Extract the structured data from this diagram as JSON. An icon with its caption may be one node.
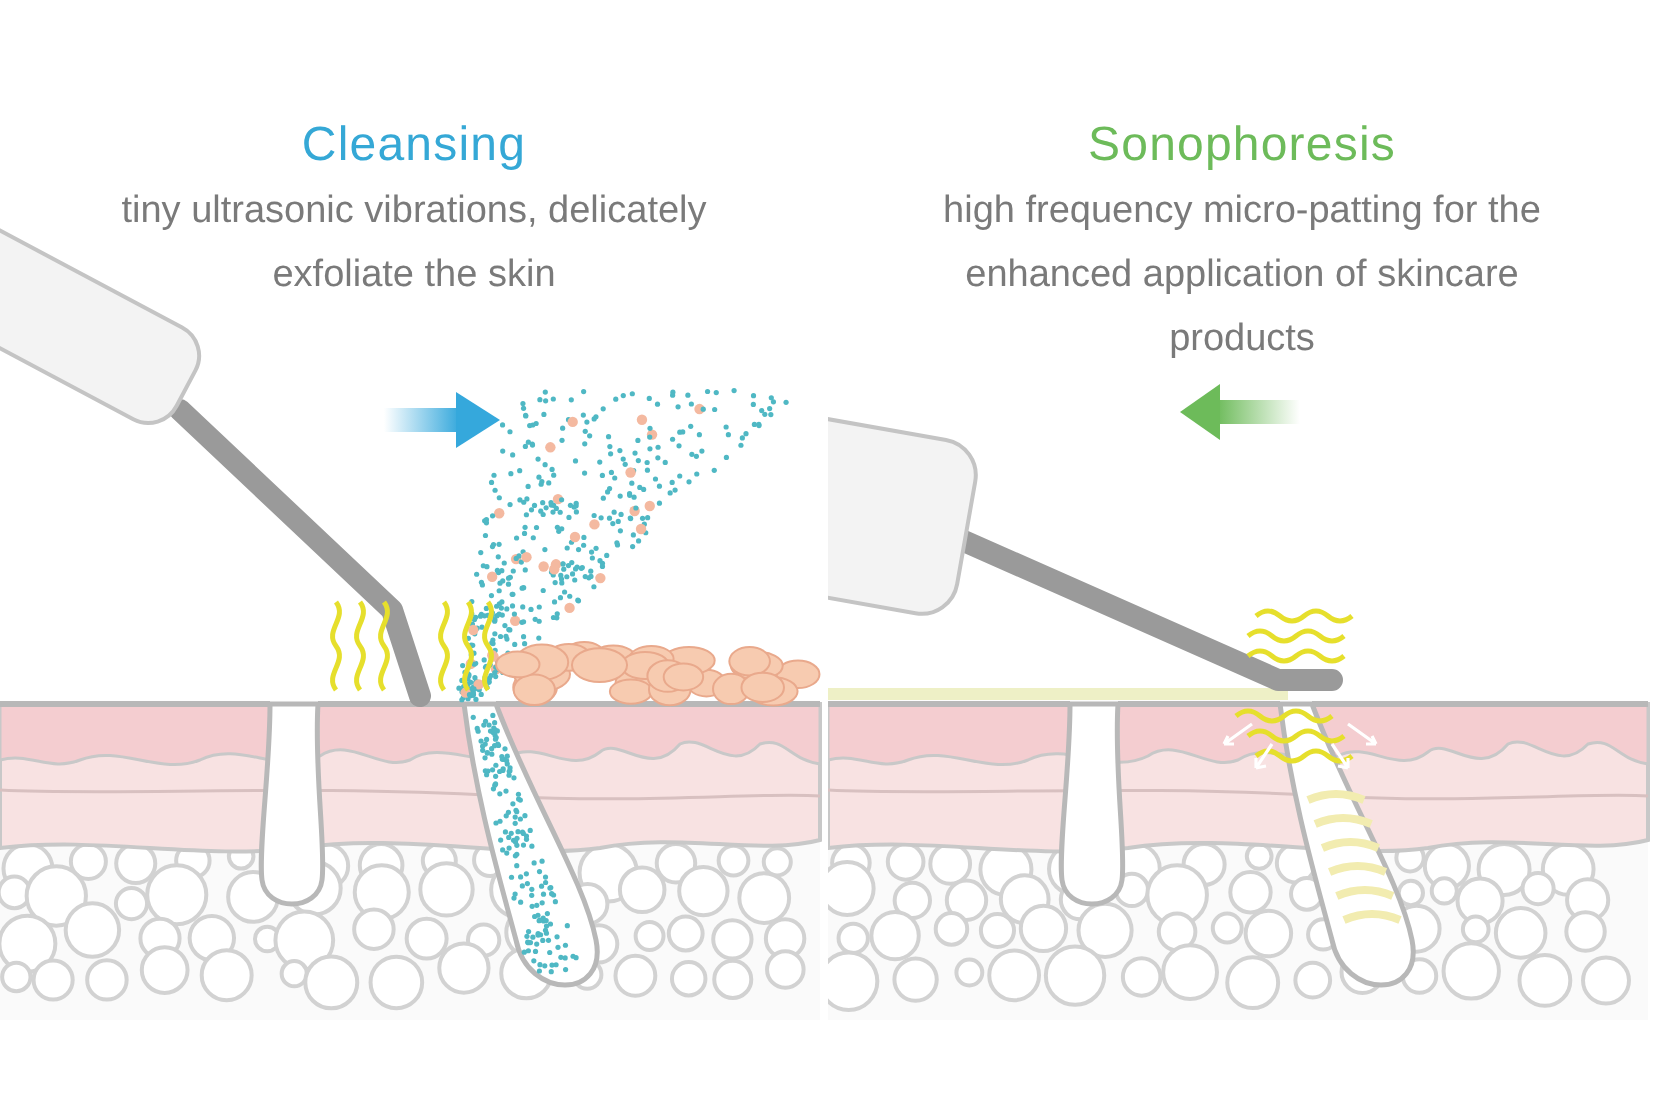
{
  "diagram": {
    "labels": [
      "Cleansing",
      "tiny ultrasonic vibrations, delicately exfoliate the skin",
      "Sonophoresis",
      "high frequency micro-patting for the enhanced application of skincare products"
    ]
  }
}
